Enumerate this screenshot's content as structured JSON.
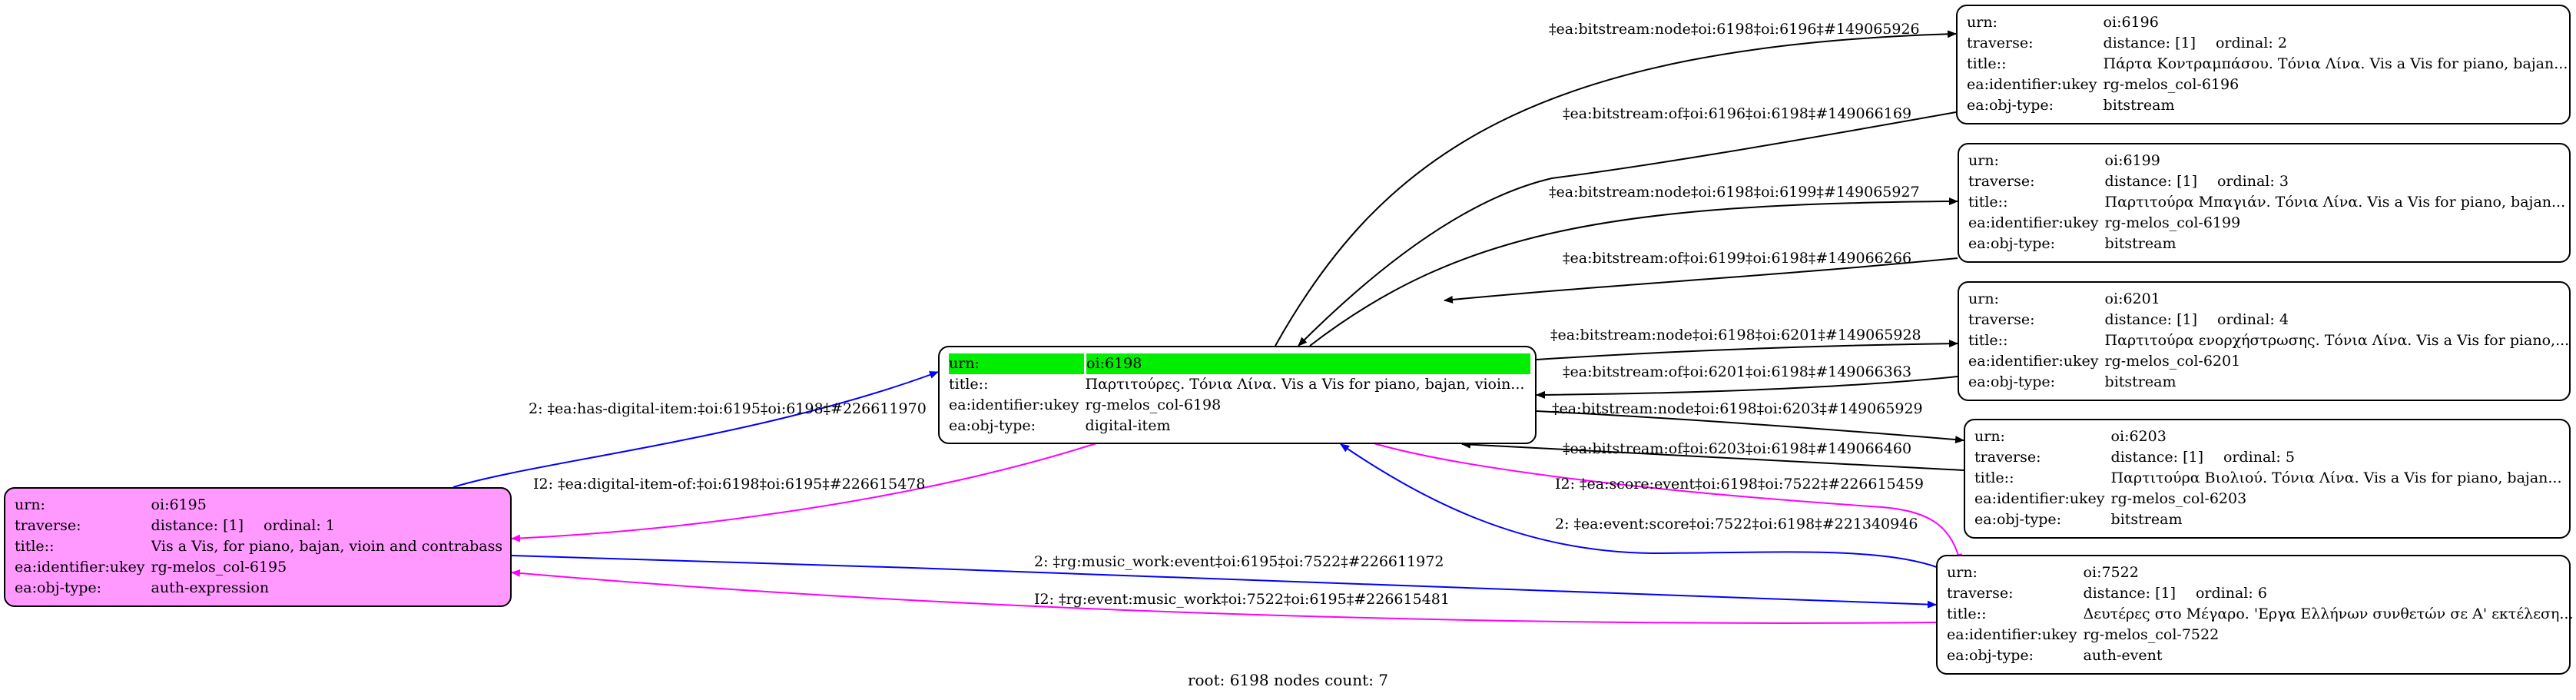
{
  "graph": {
    "footer": "root: 6198 nodes count: 7",
    "nodes": {
      "n6195": {
        "urn_key": "urn:",
        "urn": "oi:6195",
        "traverse_key": "traverse:",
        "distance": "distance: [1]",
        "ordinal": "ordinal: 1",
        "title_key": "title::",
        "title": "Vis a Vis, for piano, bajan, vioin and contrabass",
        "ukey_key": "ea:identifier:ukey",
        "ukey": "rg-melos_col-6195",
        "type_key": "ea:obj-type:",
        "type": "auth-expression"
      },
      "n6198": {
        "urn_key": "urn:",
        "urn": "oi:6198",
        "title_key": "title::",
        "title": "Παρτιτούρες. Τόνια Λίνα. Vis a Vis for piano, bajan, vioin...",
        "ukey_key": "ea:identifier:ukey",
        "ukey": "rg-melos_col-6198",
        "type_key": "ea:obj-type:",
        "type": "digital-item"
      },
      "n6196": {
        "urn_key": "urn:",
        "urn": "oi:6196",
        "traverse_key": "traverse:",
        "distance": "distance: [1]",
        "ordinal": "ordinal: 2",
        "title_key": "title::",
        "title": "Πάρτα Κοντραμπάσου. Τόνια Λίνα. Vis a Vis for piano, bajan...",
        "ukey_key": "ea:identifier:ukey",
        "ukey": "rg-melos_col-6196",
        "type_key": "ea:obj-type:",
        "type": "bitstream"
      },
      "n6199": {
        "urn_key": "urn:",
        "urn": "oi:6199",
        "traverse_key": "traverse:",
        "distance": "distance: [1]",
        "ordinal": "ordinal: 3",
        "title_key": "title::",
        "title": "Παρτιτούρα Μπαγιάν. Τόνια Λίνα. Vis a Vis for piano, bajan...",
        "ukey_key": "ea:identifier:ukey",
        "ukey": "rg-melos_col-6199",
        "type_key": "ea:obj-type:",
        "type": "bitstream"
      },
      "n6201": {
        "urn_key": "urn:",
        "urn": "oi:6201",
        "traverse_key": "traverse:",
        "distance": "distance: [1]",
        "ordinal": "ordinal: 4",
        "title_key": "title::",
        "title": "Παρτιτούρα ενορχήστρωσης. Τόνια Λίνα. Vis a Vis for piano,...",
        "ukey_key": "ea:identifier:ukey",
        "ukey": "rg-melos_col-6201",
        "type_key": "ea:obj-type:",
        "type": "bitstream"
      },
      "n6203": {
        "urn_key": "urn:",
        "urn": "oi:6203",
        "traverse_key": "traverse:",
        "distance": "distance: [1]",
        "ordinal": "ordinal: 5",
        "title_key": "title::",
        "title": "Παρτιτούρα Βιολιού. Τόνια Λίνα. Vis a Vis for piano, bajan...",
        "ukey_key": "ea:identifier:ukey",
        "ukey": "rg-melos_col-6203",
        "type_key": "ea:obj-type:",
        "type": "bitstream"
      },
      "n7522": {
        "urn_key": "urn:",
        "urn": "oi:7522",
        "traverse_key": "traverse:",
        "distance": "distance: [1]",
        "ordinal": "ordinal: 6",
        "title_key": "title::",
        "title": "Δευτέρες στο Μέγαρο. 'Εργα Ελλήνων συνθετών σε Α' εκτέλεση...",
        "ukey_key": "ea:identifier:ukey",
        "ukey": "rg-melos_col-7522",
        "type_key": "ea:obj-type:",
        "type": "auth-event"
      }
    },
    "edges": [
      {
        "label": "2: ‡ea:has-digital-item:‡oi:6195‡oi:6198‡#226611970",
        "color": "#0000ff"
      },
      {
        "label": "I2: ‡ea:digital-item-of:‡oi:6198‡oi:6195‡#226615478",
        "color": "#ff00ff"
      },
      {
        "label": "2: ‡rg:music_work:event‡oi:6195‡oi:7522‡#226611972",
        "color": "#0000ff"
      },
      {
        "label": "I2: ‡rg:event:music_work‡oi:7522‡oi:6195‡#226615481",
        "color": "#ff00ff"
      },
      {
        "label": "‡ea:bitstream:node‡oi:6198‡oi:6196‡#149065926",
        "color": "#000000"
      },
      {
        "label": "‡ea:bitstream:of‡oi:6196‡oi:6198‡#149066169",
        "color": "#000000"
      },
      {
        "label": "‡ea:bitstream:node‡oi:6198‡oi:6199‡#149065927",
        "color": "#000000"
      },
      {
        "label": "‡ea:bitstream:of‡oi:6199‡oi:6198‡#149066266",
        "color": "#000000"
      },
      {
        "label": "‡ea:bitstream:node‡oi:6198‡oi:6201‡#149065928",
        "color": "#000000"
      },
      {
        "label": "‡ea:bitstream:of‡oi:6201‡oi:6198‡#149066363",
        "color": "#000000"
      },
      {
        "label": "‡ea:bitstream:node‡oi:6198‡oi:6203‡#149065929",
        "color": "#000000"
      },
      {
        "label": "‡ea:bitstream:of‡oi:6203‡oi:6198‡#149066460",
        "color": "#000000"
      },
      {
        "label": "I2: ‡ea:score:event‡oi:6198‡oi:7522‡#226615459",
        "color": "#ff00ff"
      },
      {
        "label": "2: ‡ea:event:score‡oi:7522‡oi:6198‡#221340946",
        "color": "#0000ff"
      }
    ]
  }
}
